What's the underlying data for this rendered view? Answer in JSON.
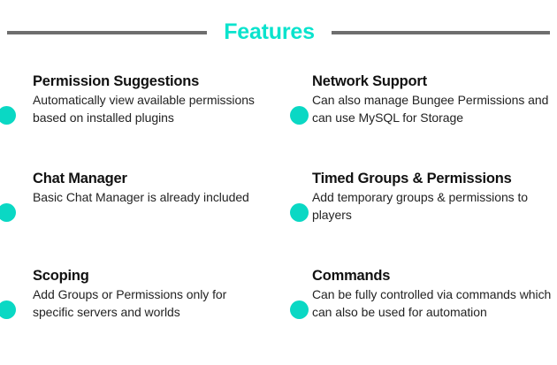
{
  "header": {
    "title": "Features",
    "accent_color": "#0ae3cd",
    "rule_color": "#6e6e6e"
  },
  "theme": {
    "background": "#ffffff",
    "bullet_color": "#0ad8c4",
    "title_color": "#111111",
    "body_color": "#232323"
  },
  "features": {
    "left": [
      {
        "title": "Permission Suggestions",
        "description": "Automatically view available permissions based on installed plugins"
      },
      {
        "title": "Chat Manager",
        "description": "Basic Chat Manager is already included"
      },
      {
        "title": "Scoping",
        "description": "Add Groups or Permissions only for specific servers and worlds"
      }
    ],
    "right": [
      {
        "title": "Network Support",
        "description": "Can also manage Bungee Permissions and can use MySQL for Storage"
      },
      {
        "title": "Timed Groups & Permissions",
        "description": "Add temporary groups & permissions to players"
      },
      {
        "title": "Commands",
        "description": "Can be fully controlled via commands which can also be used for automation"
      }
    ]
  }
}
